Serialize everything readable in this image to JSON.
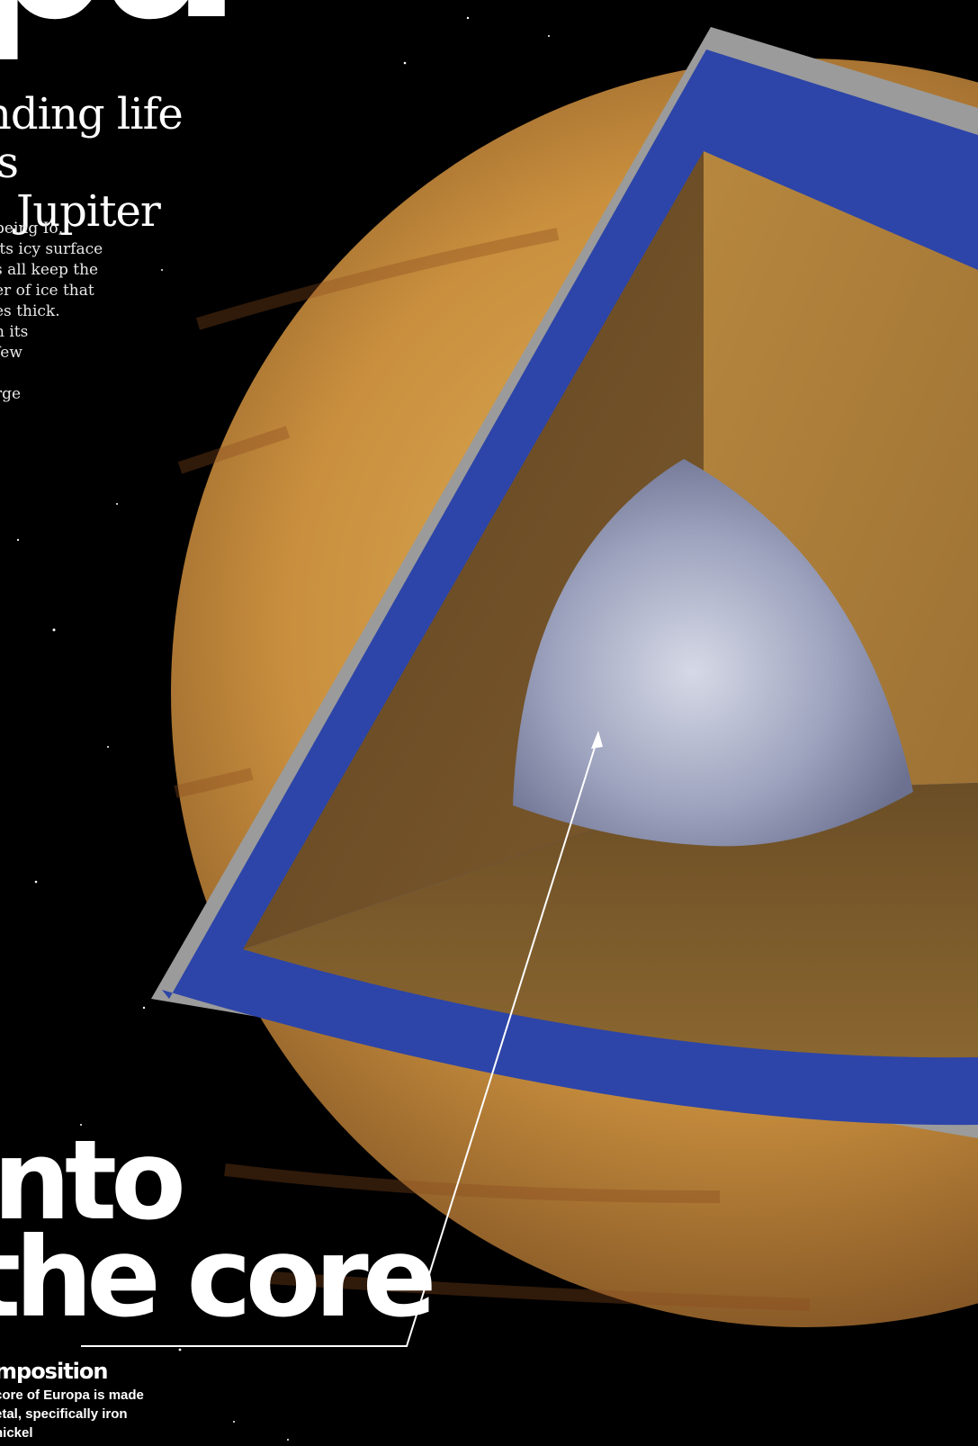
{
  "article": {
    "title_fragment": "pa",
    "subtitle": [
      "nding life is",
      "Jupiter"
    ],
    "intro_lines": [
      "being Io,",
      "its icy surface",
      "s all keep the",
      "er of ice that",
      "es thick.",
      "h its",
      " few",
      "",
      "rge"
    ]
  },
  "feature": {
    "headline": [
      "nto",
      "the core"
    ],
    "callout": {
      "title": "mposition",
      "body": [
        "core of Europa is made",
        "etal, specifically iron",
        "nickel"
      ]
    }
  },
  "colors": {
    "background": "#000000",
    "crust": "#c9a04a",
    "ice_shell": "#9a9a9a",
    "ocean": "#2d45a8",
    "mantle": "#8a6430",
    "core": "#9aa0b8"
  }
}
